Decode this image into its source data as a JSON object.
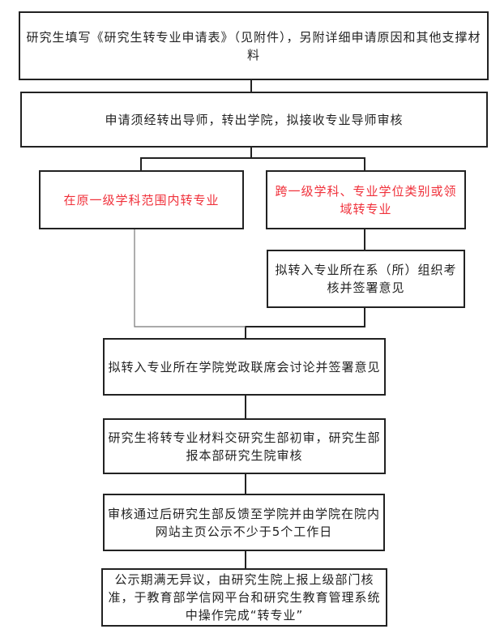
{
  "steps": {
    "s1": "研究生填写《研究生转专业申请表》（见附件），另附详细申请原因和其他支撑材料",
    "s2": "申请须经转出导师，转出学院，拟接收专业导师审核",
    "s3a": "在原一级学科范围内转专业",
    "s3b": "跨一级学科、专业学位类别或领域转专业",
    "s4": "拟转入专业所在系（所）组织考核并签署意见",
    "s5": "拟转入专业所在学院党政联席会讨论并签署意见",
    "s6": "研究生将转专业材料交研究生部初审，研究生部报本部研究生院审核",
    "s7": "审核通过后研究生部反馈至学院并由学院在院内网站主页公示不少于5个工作日",
    "s8": "公示期满无异议，由研究生院上报上级部门核准，于教育部学信网平台和研究生教育管理系统中操作完成“转专业”"
  },
  "colors": {
    "branch_text": "#f0303a",
    "line": "#222222"
  }
}
